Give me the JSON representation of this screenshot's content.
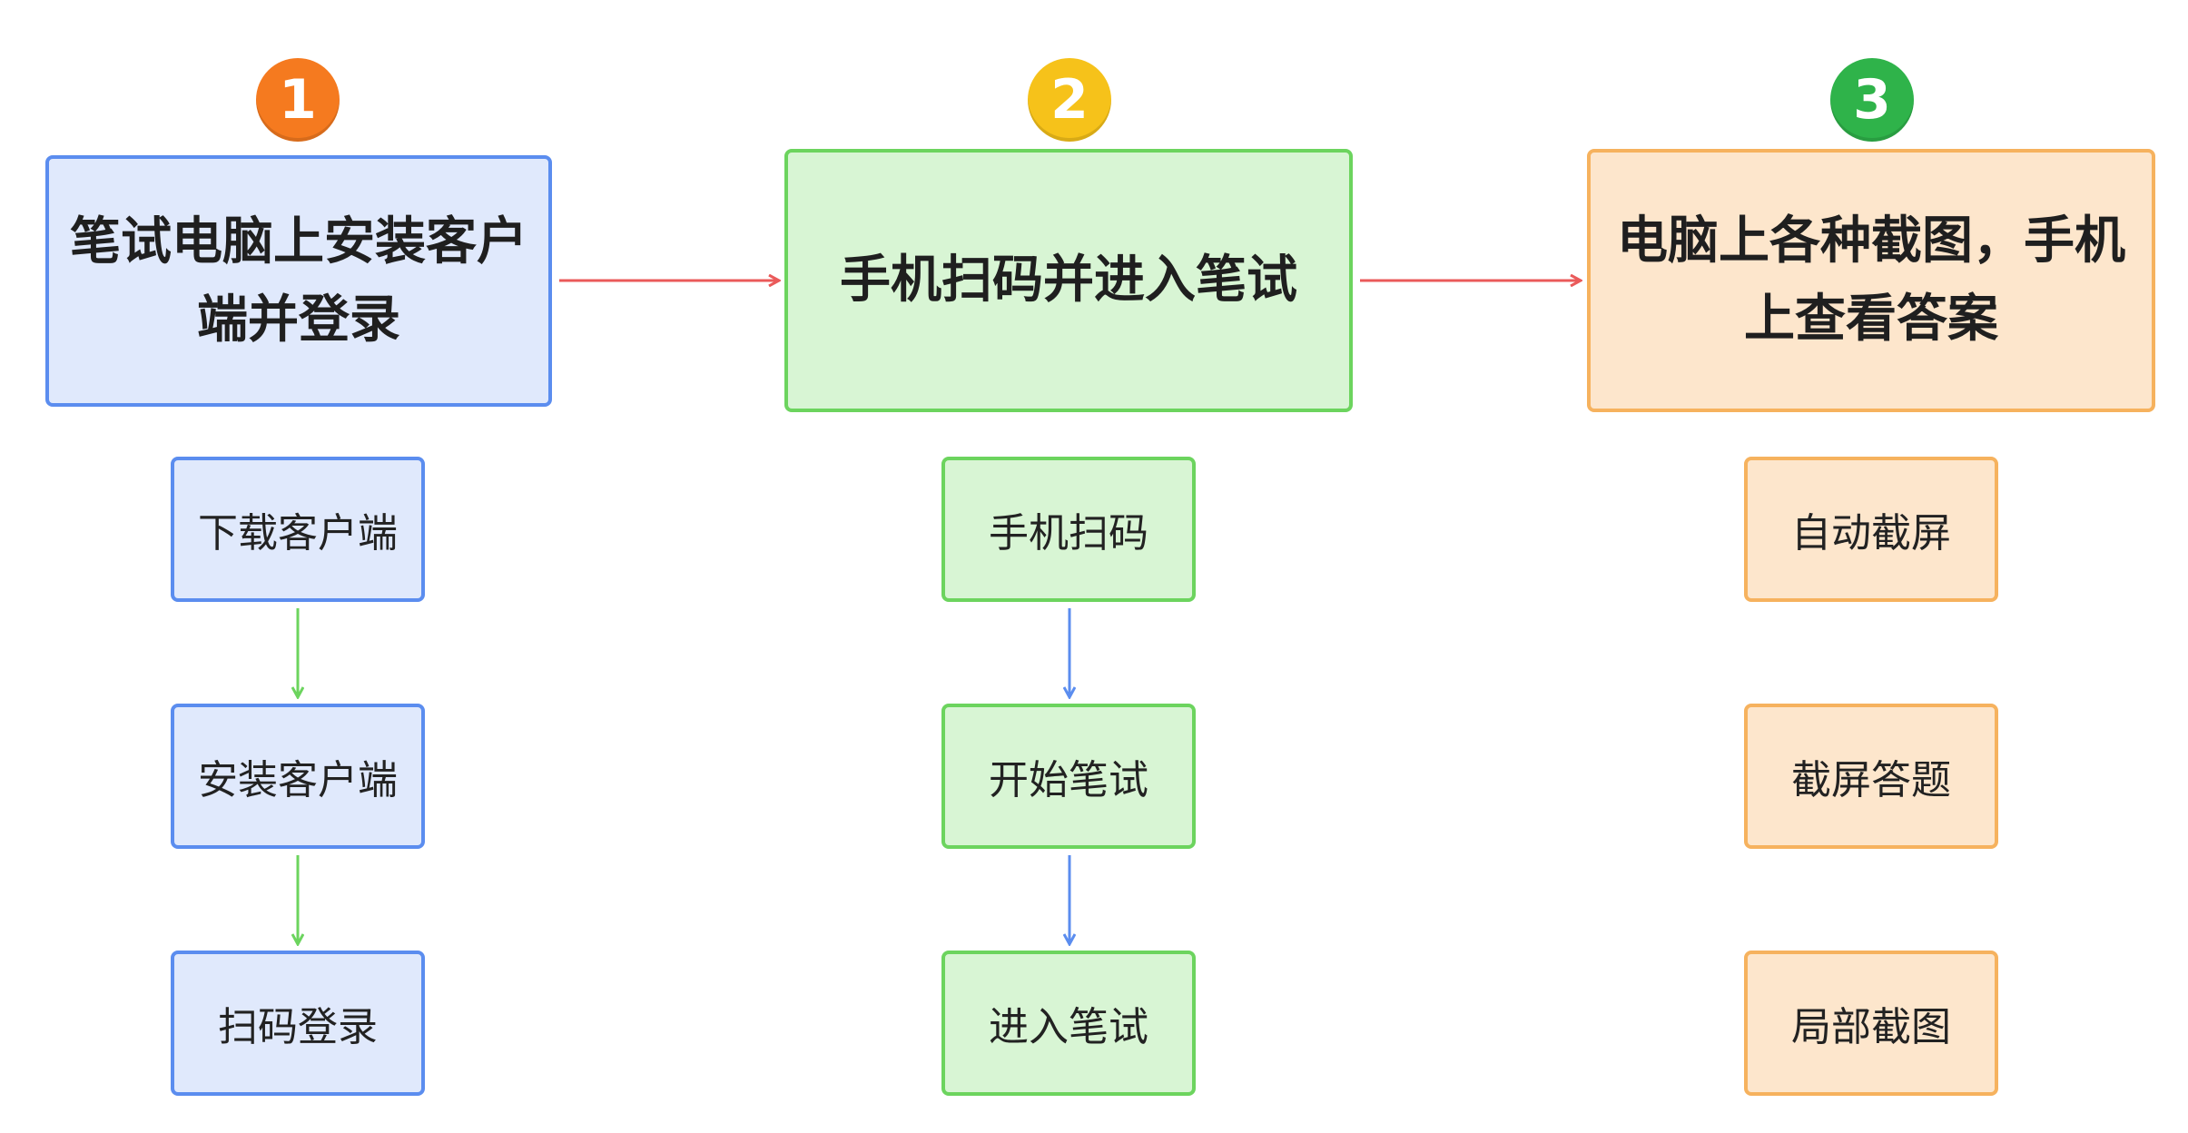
{
  "colors": {
    "badge_1": "#f57a1f",
    "badge_2": "#f6c21a",
    "badge_3": "#2fb34a",
    "blue_fill": "#e0e9fc",
    "blue_border": "#5b8def",
    "green_fill": "#d8f5d4",
    "green_border": "#6cd45e",
    "orange_fill": "#fde6cc",
    "orange_border": "#f6b25e",
    "main_arrow": "#ea5a5a",
    "green_arrow": "#6cd45e",
    "blue_arrow": "#5b8def"
  },
  "steps": [
    {
      "number": "1",
      "title": "笔试电脑上安装客户端并登录",
      "sub": [
        "下载客户端",
        "安装客户端",
        "扫码登录"
      ]
    },
    {
      "number": "2",
      "title": "手机扫码并进入笔试",
      "sub": [
        "手机扫码",
        "开始笔试",
        "进入笔试"
      ]
    },
    {
      "number": "3",
      "title": "电脑上各种截图，手机上查看答案",
      "sub": [
        "自动截屏",
        "截屏答题",
        "局部截图"
      ]
    }
  ]
}
